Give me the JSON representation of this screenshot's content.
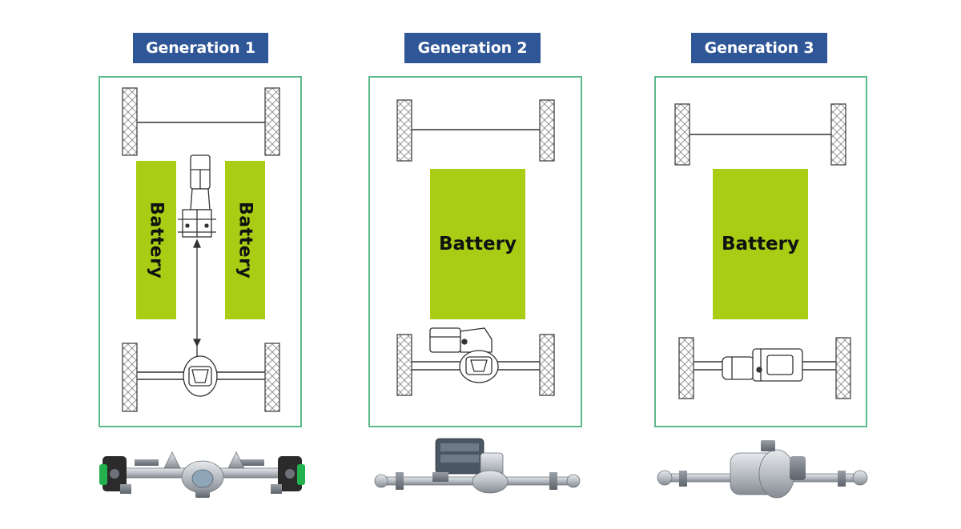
{
  "generations": [
    {
      "label": "Generation 1",
      "batteries": [
        "Battery",
        "Battery"
      ]
    },
    {
      "label": "Generation 2",
      "batteries": [
        "Battery"
      ]
    },
    {
      "label": "Generation 3",
      "batteries": [
        "Battery"
      ]
    }
  ],
  "colors": {
    "label_bg": "#2f5697",
    "frame": "#5db88a",
    "battery": "#a8cd14",
    "axle_photo_accent": "#22b14c"
  }
}
